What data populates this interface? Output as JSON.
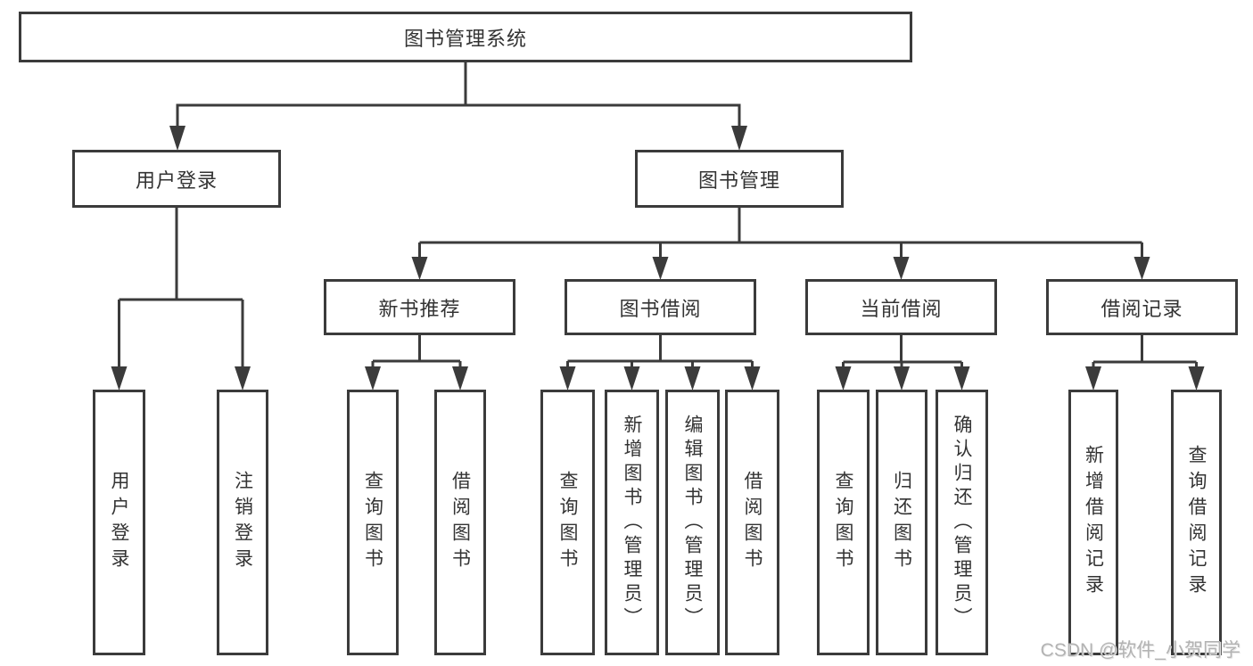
{
  "tree": {
    "label": "图书管理系统",
    "children": [
      {
        "label": "用户登录",
        "children": [
          {
            "label": "用户登录"
          },
          {
            "label": "注销登录"
          }
        ]
      },
      {
        "label": "图书管理",
        "children": [
          {
            "label": "新书推荐",
            "children": [
              {
                "label": "查询图书"
              },
              {
                "label": "借阅图书"
              }
            ]
          },
          {
            "label": "图书借阅",
            "children": [
              {
                "label": "查询图书"
              },
              {
                "label": "新增图书（管理员）"
              },
              {
                "label": "编辑图书（管理员）"
              },
              {
                "label": "借阅图书"
              }
            ]
          },
          {
            "label": "当前借阅",
            "children": [
              {
                "label": "查询图书"
              },
              {
                "label": "归还图书"
              },
              {
                "label": "确认归还（管理员）"
              }
            ]
          },
          {
            "label": "借阅记录",
            "children": [
              {
                "label": "新增借阅记录"
              },
              {
                "label": "查询借阅记录"
              }
            ]
          }
        ]
      }
    ]
  },
  "watermark": {
    "text": "CSDN @软件_小贺同学",
    "color": "#b3b3b3"
  },
  "colors": {
    "line": "#3b3b3b",
    "text": "#333333",
    "background": "#ffffff"
  }
}
